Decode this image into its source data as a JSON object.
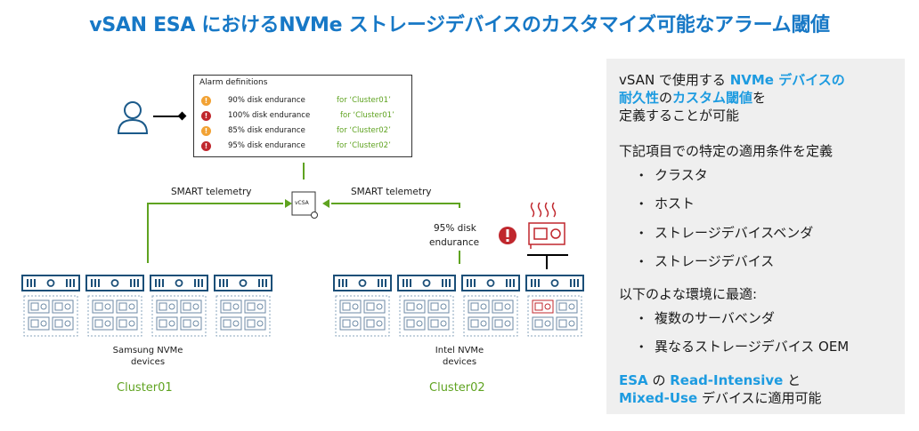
{
  "title": "vSAN ESA におけるNVMe ストレージデバイスのカスタマイズ可能なアラーム閾値",
  "alarm_box": {
    "header": "Alarm definitions",
    "rows": [
      {
        "icon": "warning-icon",
        "label": "90% disk endurance",
        "target": "for ‘Cluster01’"
      },
      {
        "icon": "critical-icon",
        "label": "100% disk endurance",
        "target": "for ‘Cluster01’"
      },
      {
        "icon": "warning-icon",
        "label": "85% disk endurance",
        "target": "for ‘Cluster02’"
      },
      {
        "icon": "critical-icon",
        "label": "95% disk endurance",
        "target": "for ‘Cluster02’"
      }
    ]
  },
  "vcsa_label": "vCSA",
  "telemetry_left": "SMART telemetry",
  "telemetry_right": "SMART telemetry",
  "endurance_note_line1": "95% disk",
  "endurance_note_line2": "endurance",
  "cluster1": {
    "name": "Cluster01",
    "devices_line1": "Samsung NVMe",
    "devices_line2": "devices"
  },
  "cluster2": {
    "name": "Cluster02",
    "devices_line1": "Intel NVMe",
    "devices_line2": "devices"
  },
  "panel": {
    "p1_a": "vSAN で使用する ",
    "p1_b": "NVMe デバイスの",
    "p1_c": "耐久性",
    "p1_d": "の",
    "p1_e": "カスタム閾値",
    "p1_f": "を",
    "p1_g": "定義することが可能",
    "p2": "下記項目での特定の適用条件を定義",
    "bullets1": [
      "クラスタ",
      "ホスト",
      "ストレージデバイスベンダ",
      "ストレージデバイス"
    ],
    "p3": "以下のよな環境に最適:",
    "bullets2": [
      "複数のサーバベンダ",
      "異なるストレージデバイス OEM"
    ],
    "p4_a": "ESA",
    "p4_b": " の ",
    "p4_c": "Read-Intensive",
    "p4_d": " と",
    "p4_e": "Mixed-Use",
    "p4_f": " デバイスに適用可能"
  },
  "colors": {
    "title": "#1778c6",
    "highlight": "#1d9be0",
    "green": "#5fa320",
    "warning": "#f2a234",
    "critical": "#c0272d",
    "server": "#1b4f78"
  }
}
